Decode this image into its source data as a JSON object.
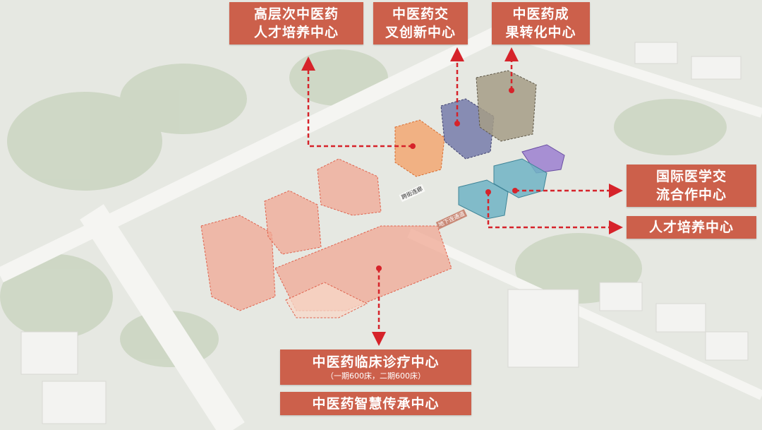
{
  "labels": {
    "high_talent": [
      "高层次中医药",
      "人才培养中心"
    ],
    "cross_innovation": [
      "中医药交",
      "叉创新中心"
    ],
    "achievement": [
      "中医药成",
      "果转化中心"
    ],
    "international": [
      "国际医学交",
      "流合作中心"
    ],
    "talent": "人才培养中心",
    "clinical": "中医药临床诊疗中心",
    "clinical_note": "（一期600床，二期600床）",
    "heritage": "中医药智慧传承中心"
  },
  "tags": {
    "skybridge": "跨街连廊",
    "underground": "地下连通道"
  },
  "colors": {
    "label_bg": "#cc604b",
    "arrow": "#d6232a",
    "clinical_building": "#f0a894",
    "orange_building": "#f4a36b",
    "navy_building": "#6f74a8",
    "khaki_building": "#a59c86",
    "purple_building": "#9b7fd0",
    "teal_building": "#6fb3c4"
  }
}
